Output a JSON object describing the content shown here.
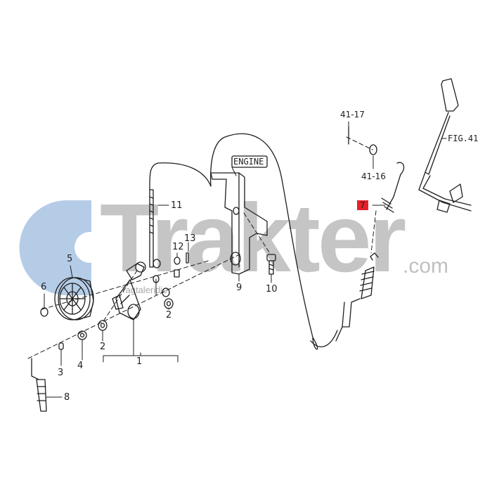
{
  "watermark": {
    "brand": "Trakter",
    "domain": ".com",
    "tagline": "Tagtaleridis",
    "gear_color": "#a9c4e3"
  },
  "diagram": {
    "line_color": "#1e1e1e",
    "highlight_color": "#e8202a",
    "box_label": "ENGINE",
    "callouts": {
      "p1": "1",
      "p2a": "2",
      "p2b": "2",
      "p3": "3",
      "p4": "4",
      "p5": "5",
      "p6": "6",
      "p7": "7",
      "p8": "8",
      "p9": "9",
      "p10": "10",
      "p11": "11",
      "p12": "12",
      "p13": "13",
      "ref4117": "41-17",
      "ref4116": "41-16",
      "fig41": "FIG.41"
    }
  }
}
